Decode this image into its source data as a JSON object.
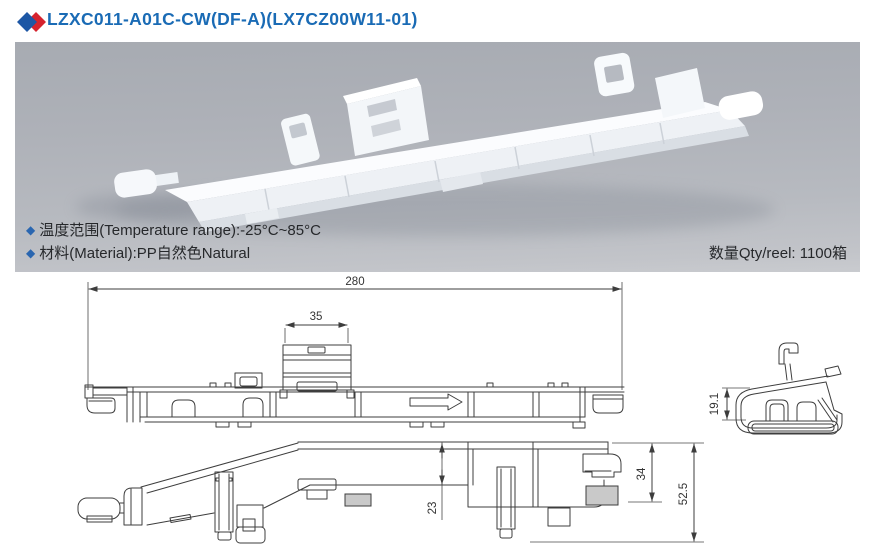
{
  "header": {
    "title": "LZXC011-A01C-CW(DF-A)(LX7CZ00W11-01)"
  },
  "photo_panel": {
    "specs": [
      {
        "bullet": "◆",
        "text": "温度范围(Temperature range):-25°C~85°C"
      },
      {
        "bullet": "◆",
        "text": "材料(Material):PP自然色Natural"
      }
    ],
    "qty": "数量Qty/reel: 1100箱"
  },
  "drawings": {
    "top_view": {
      "dim_overall": "280",
      "dim_block": "35"
    },
    "perspective_view": {
      "dim_rail_height": "23",
      "dim_body_height": "34",
      "dim_overall_height": "52.5"
    },
    "end_view": {
      "dim_height": "19.1"
    }
  },
  "icons": {
    "title_bullet": "double-diamond",
    "spec_bullet": "diamond"
  },
  "colors": {
    "title_blue": "#1a6bb5",
    "diamond_blue": "#1d57a5",
    "diamond_red": "#d5232e",
    "bullet_blue": "#2a66b0",
    "drawing_line": "#3d3d3d",
    "photo_bg_top": "#a7abb2",
    "photo_bg_bottom": "#c9cbcf"
  }
}
